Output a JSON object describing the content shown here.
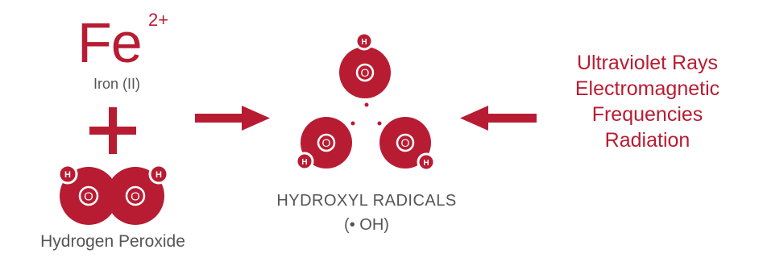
{
  "colors": {
    "accent": "#b81c32",
    "text_gray": "#555555"
  },
  "reactants": {
    "iron_symbol": "Fe",
    "iron_charge": "2+",
    "iron_label": "Iron (II)",
    "plus": "+",
    "peroxide_label": "Hydrogen Peroxide"
  },
  "product": {
    "label": "HYDROXYL RADICALS",
    "formula": "(• OH)"
  },
  "atoms": {
    "oxygen": "O",
    "hydrogen": "H"
  },
  "energy_sources": [
    "Ultraviolet Rays",
    "Electromagnetic",
    "Frequencies",
    "Radiation"
  ]
}
